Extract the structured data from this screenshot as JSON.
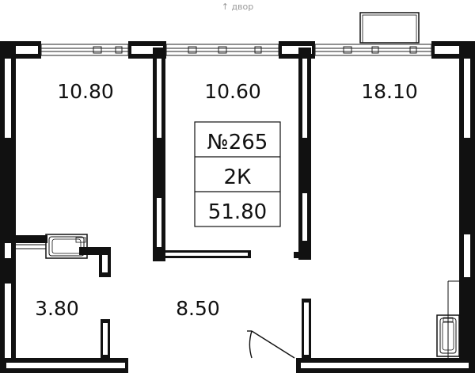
{
  "direction_label": "↑ двор",
  "apartment": {
    "number": "№265",
    "type": "2К",
    "total_area": "51.80"
  },
  "rooms": [
    {
      "id": "room-1",
      "area": "10.80"
    },
    {
      "id": "room-2",
      "area": "10.60"
    },
    {
      "id": "room-3",
      "area": "18.10"
    },
    {
      "id": "bathroom",
      "area": "3.80"
    },
    {
      "id": "hall",
      "area": "8.50"
    }
  ]
}
